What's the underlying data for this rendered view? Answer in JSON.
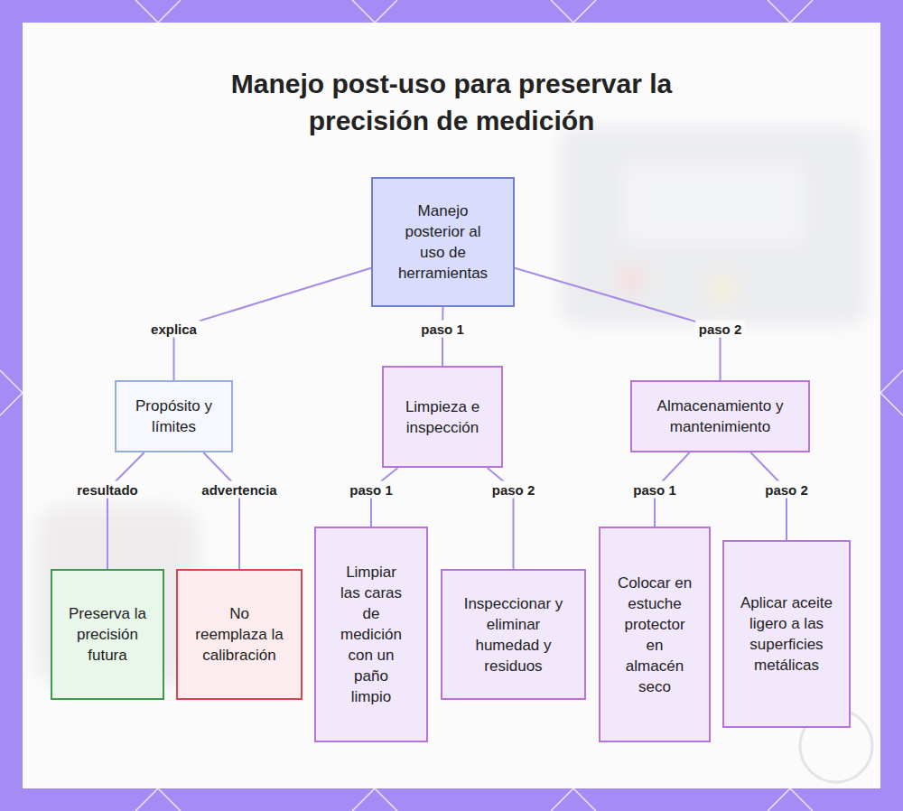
{
  "diagram": {
    "title": "Manejo post-uso para preservar la precisión de medición",
    "nodes": [
      {
        "text": [
          "Manejo posterior al uso de herramientas"
        ]
      },
      {
        "text": [
          "Propósito y límites"
        ]
      },
      {
        "text": [
          "Limpieza e inspección"
        ]
      },
      {
        "text": [
          "Almacenamiento y mantenimiento"
        ]
      },
      {
        "text": [
          "Preserva la precisión futura"
        ]
      },
      {
        "text": [
          "No reemplaza la calibración"
        ]
      },
      {
        "text": [
          "Limpiar las caras de medición con un paño limpio"
        ]
      },
      {
        "text": [
          "Inspeccionar y eliminar humedad y residuos"
        ]
      },
      {
        "text": [
          "Colocar en estuche protector en almacén seco"
        ]
      },
      {
        "text": [
          "Aplicar aceite ligero a las superficies metálicas"
        ]
      }
    ],
    "edges": [
      {
        "from": 0,
        "to": 1,
        "label": "explica",
        "arrow": "none"
      },
      {
        "from": 0,
        "to": 2,
        "label": "paso 1",
        "arrow": "none"
      },
      {
        "from": 0,
        "to": 3,
        "label": "paso 2",
        "arrow": "none"
      },
      {
        "from": 1,
        "to": 4,
        "label": "resultado",
        "arrow": "none"
      },
      {
        "from": 1,
        "to": 5,
        "label": "advertencia",
        "arrow": "none"
      },
      {
        "from": 2,
        "to": 6,
        "label": "paso 1",
        "arrow": "none"
      },
      {
        "from": 2,
        "to": 7,
        "label": "paso 2",
        "arrow": "none"
      },
      {
        "from": 3,
        "to": 8,
        "label": "paso 1",
        "arrow": "none"
      },
      {
        "from": 3,
        "to": 9,
        "label": "paso 2",
        "arrow": "none"
      }
    ]
  }
}
